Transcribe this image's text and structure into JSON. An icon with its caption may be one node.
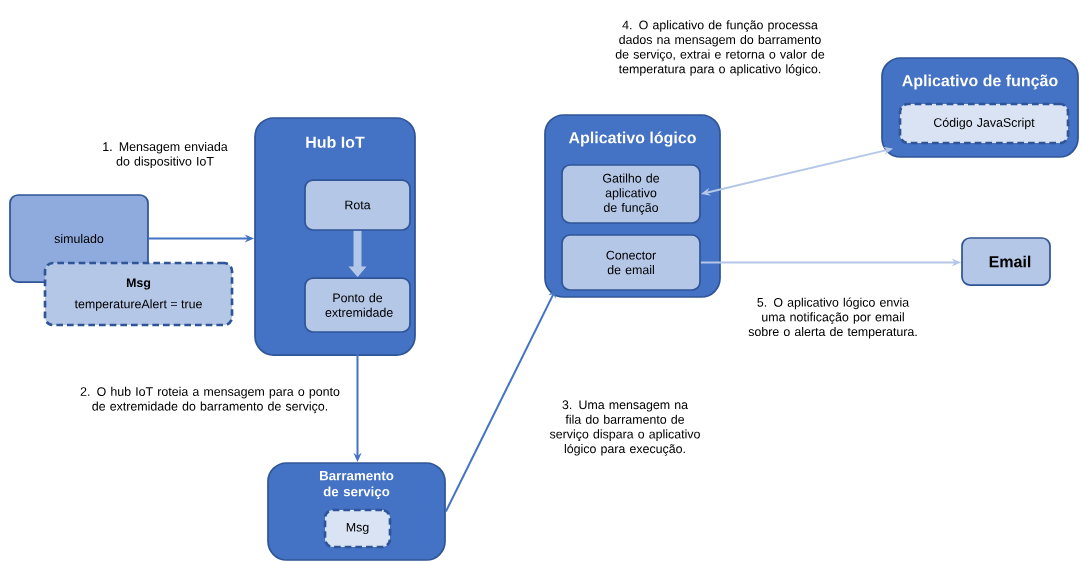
{
  "diagram": {
    "nodes": [
      {
        "text": [
          "simulado"
        ]
      },
      {
        "text": [
          "Msg",
          "temperatureAlert = true"
        ]
      },
      {
        "text": [
          "Hub IoT"
        ]
      },
      {
        "text": [
          "Rota"
        ],
        "in": 2
      },
      {
        "text": [
          "Ponto de extremidade"
        ],
        "in": 2
      },
      {
        "text": [
          "Barramento de serviço"
        ]
      },
      {
        "text": [
          "Msg"
        ],
        "in": 5
      },
      {
        "text": [
          "Aplicativo lógico"
        ]
      },
      {
        "text": [
          "Gatilho de aplicativo de função"
        ],
        "in": 7
      },
      {
        "text": [
          "Conector de email"
        ],
        "in": 7
      },
      {
        "text": [
          "Aplicativo de função"
        ]
      },
      {
        "text": [
          "Código JavaScript"
        ],
        "in": 10
      },
      {
        "text": [
          "Email"
        ]
      }
    ],
    "edges": [
      {
        "from": 0,
        "to": 2,
        "arrow": "to"
      },
      {
        "from": 3,
        "to": 4,
        "arrow": "to",
        "style": "thick",
        "color": "#b4c7e7"
      },
      {
        "from": 4,
        "to": 5,
        "arrow": "to"
      },
      {
        "from": 5,
        "to": 7,
        "arrow": "to"
      },
      {
        "from": 8,
        "to": 10,
        "arrow": "both",
        "color": "#b4c7e7"
      },
      {
        "from": 9,
        "to": 12,
        "arrow": "to",
        "color": "#b4c7e7"
      }
    ],
    "labels": [
      "4. O aplicativo de função processa dados na mensagem do barramento de serviço, extrai e retorna o valor de temperatura para o aplicativo lógico.",
      "1. Mensagem enviada do dispositivo IoT",
      "5. O aplicativo lógico envia uma notificação por email sobre o alerta de temperatura.",
      "2. O hub IoT roteia a mensagem para o ponto de extremidade do barramento de serviço.",
      "3. Uma mensagem na fila do barramento de serviço dispara o aplicativo lógico para execução."
    ]
  }
}
